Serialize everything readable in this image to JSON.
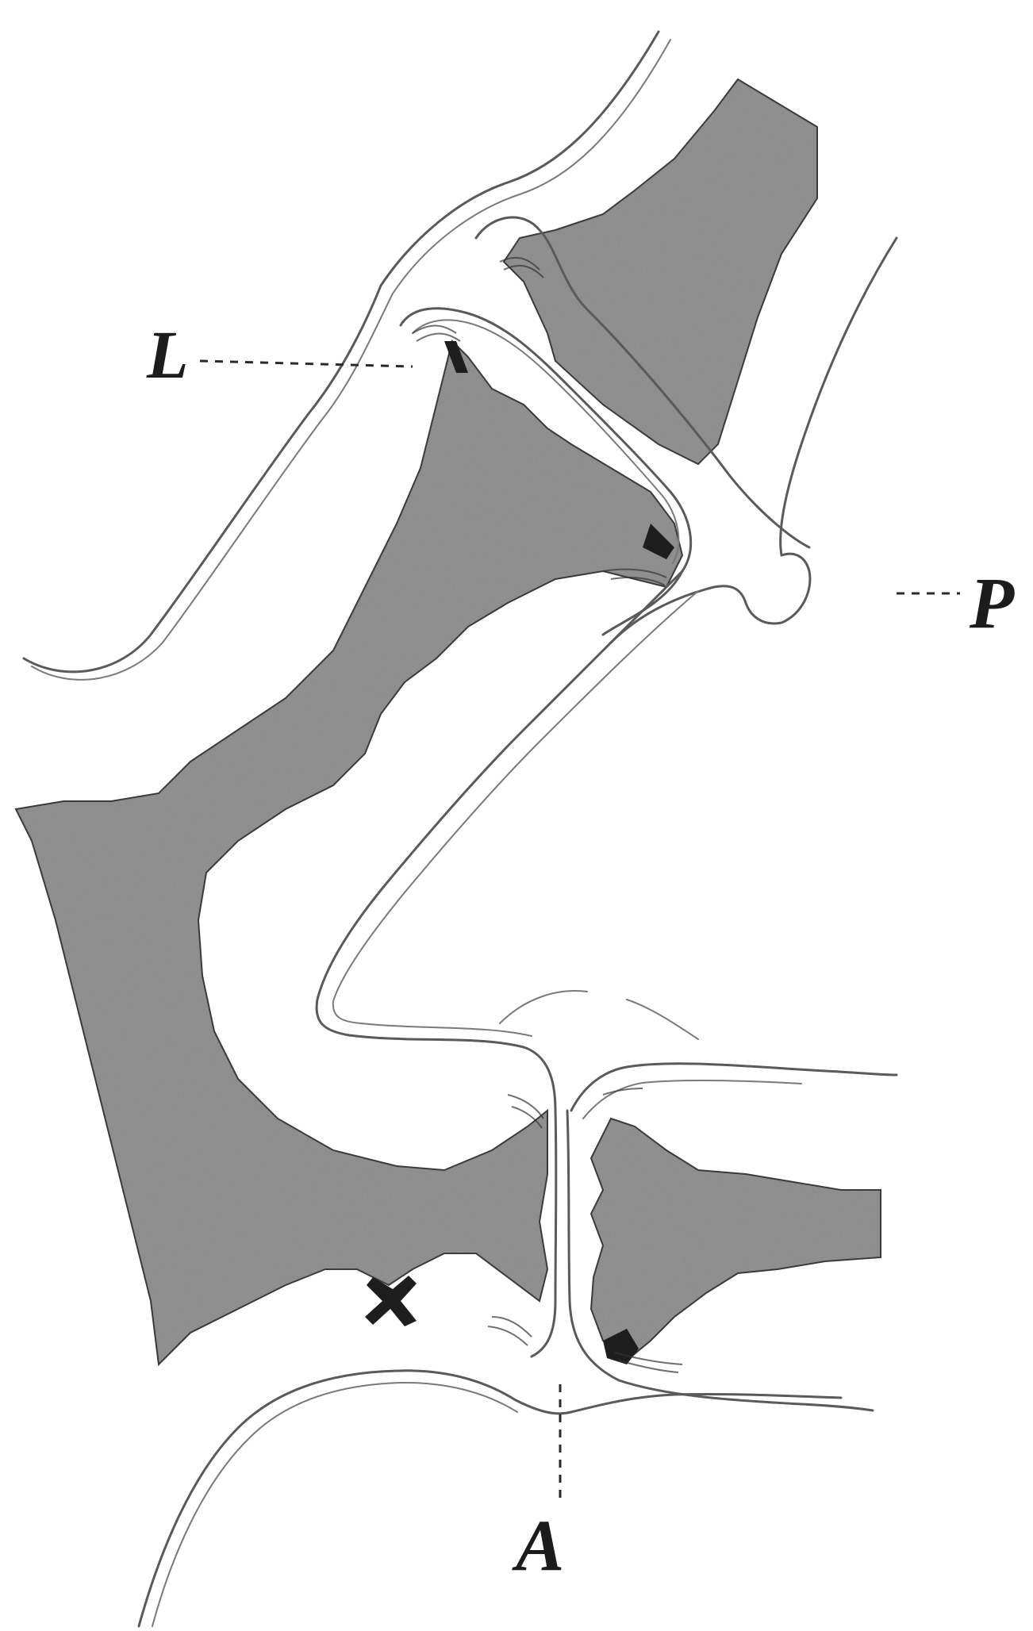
{
  "labels": {
    "L": "L",
    "P": "P",
    "A": "A"
  },
  "colors": {
    "ink": "#1c1c1c",
    "bone_fill": "#7c7c7c",
    "paper": "#ffffff"
  }
}
